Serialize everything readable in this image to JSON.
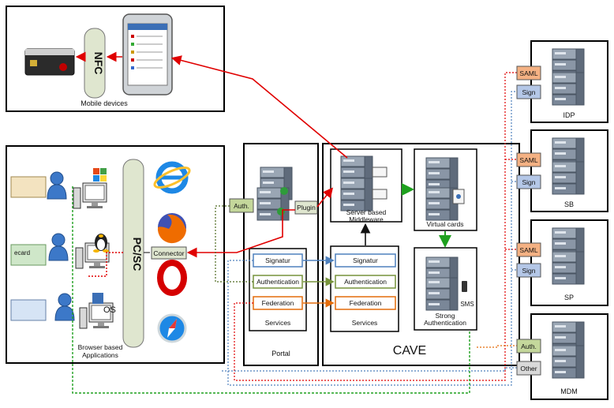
{
  "mobile": {
    "caption": "Mobile devices",
    "nfc": "NFC"
  },
  "browser": {
    "pcsc": "PC/SC",
    "connector": "Connector",
    "caption_line1": "Browser based",
    "caption_line2": "Applications",
    "os_label": "OS"
  },
  "portal": {
    "title": "Portal",
    "auth": "Auth.",
    "plugin": "Plugin",
    "services_caption": "Services",
    "services": [
      "Signatur",
      "Authentication",
      "Federation"
    ]
  },
  "cave": {
    "title": "CAVE",
    "middleware_line1": "Server based",
    "middleware_line2": "Middleware",
    "virtual_cards": "Virtual cards",
    "services_caption": "Services",
    "services": [
      "Signatur",
      "Authentication",
      "Federation"
    ],
    "strong_line1": "Strong",
    "strong_line2": "Authentication",
    "sms": "SMS"
  },
  "providers": [
    {
      "name": "IDP",
      "tags": [
        "SAML",
        "Sign"
      ]
    },
    {
      "name": "SB",
      "tags": [
        "SAML",
        "Sign"
      ]
    },
    {
      "name": "SP",
      "tags": [
        "SAML",
        "Sign"
      ]
    },
    {
      "name": "MDM",
      "tags": [
        "Auth.",
        "Other"
      ]
    }
  ],
  "colors": {
    "signatur": "#4f81bd",
    "authentication": "#77933c",
    "federation": "#e46c0a",
    "red_flow": "#e00000",
    "green_flow": "#1ea01e",
    "saml": "#f4b183",
    "sign": "#b4c7e7",
    "auth_tag": "#c4d79b",
    "other_tag": "#d9d9d9",
    "reader": "#dfe6cf"
  }
}
